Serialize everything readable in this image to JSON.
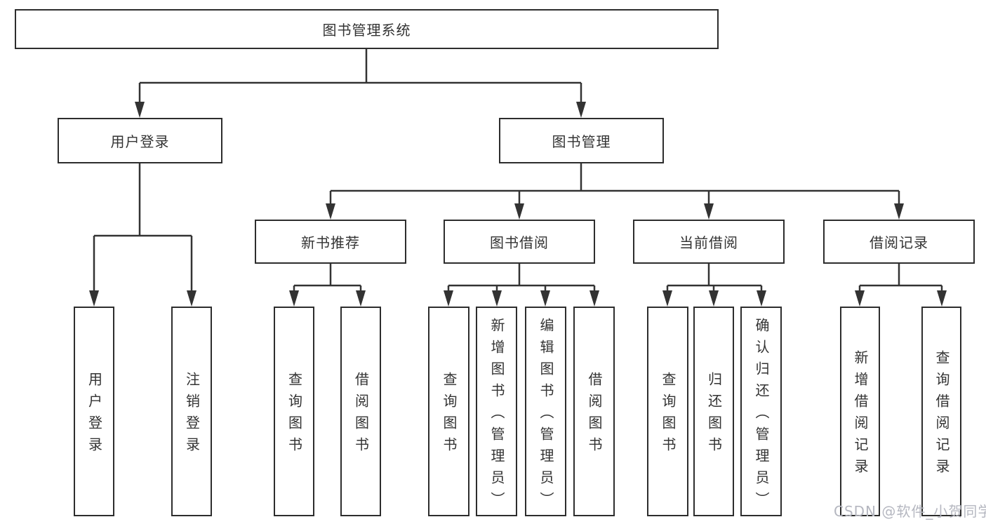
{
  "tree": {
    "root": {
      "label": "图书管理系统"
    },
    "children": [
      {
        "label": "用户登录",
        "children": [
          {
            "label": "用户登录"
          },
          {
            "label": "注销登录"
          }
        ]
      },
      {
        "label": "图书管理",
        "children": [
          {
            "label": "新书推荐",
            "children": [
              {
                "label": "查询图书"
              },
              {
                "label": "借阅图书"
              }
            ]
          },
          {
            "label": "图书借阅",
            "children": [
              {
                "label": "查询图书"
              },
              {
                "label": "新增图书（管理员）"
              },
              {
                "label": "编辑图书（管理员）"
              },
              {
                "label": "借阅图书"
              }
            ]
          },
          {
            "label": "当前借阅",
            "children": [
              {
                "label": "查询图书"
              },
              {
                "label": "归还图书"
              },
              {
                "label": "确认归还（管理员）"
              }
            ]
          },
          {
            "label": "借阅记录",
            "children": [
              {
                "label": "新增借阅记录"
              },
              {
                "label": "查询借阅记录"
              }
            ]
          }
        ]
      }
    ]
  },
  "watermark": {
    "text": "CSDN @软件_小贺同学"
  },
  "colors": {
    "line": "#333333",
    "box_border": "#2d2d2d",
    "text": "#333333",
    "watermark": "#b5b7c0",
    "background": "#ffffff"
  }
}
